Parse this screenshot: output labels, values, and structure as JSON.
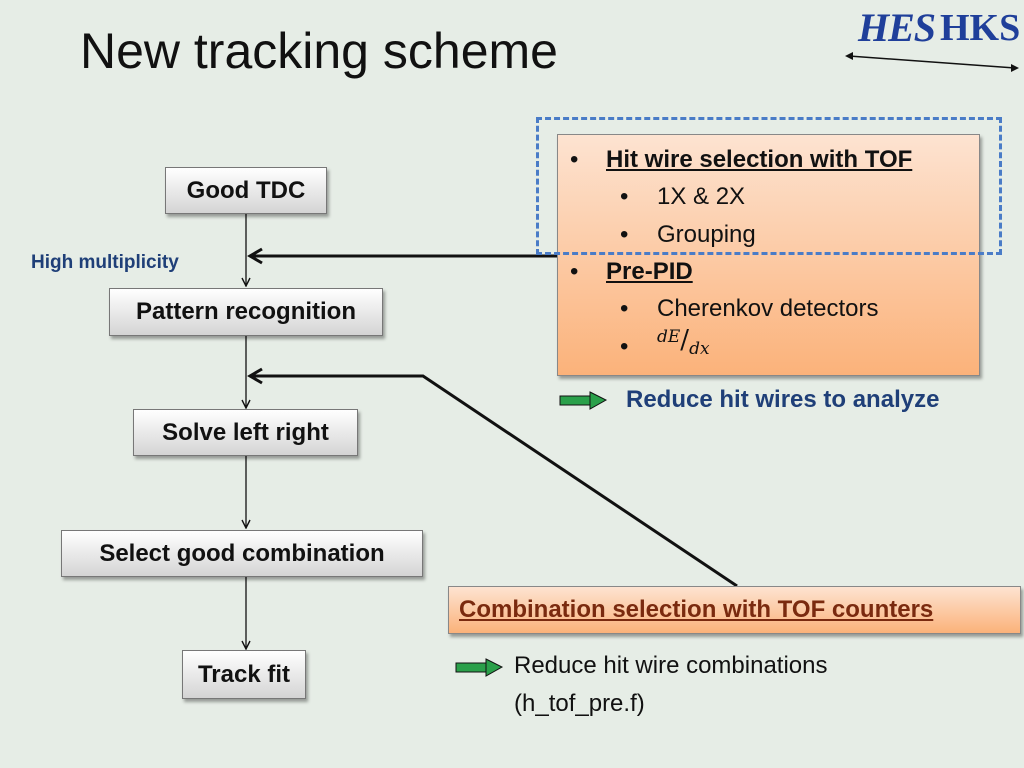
{
  "slide": {
    "title": "New tracking scheme",
    "logo": {
      "left": "HES",
      "right": "HKS"
    }
  },
  "flow": {
    "nodes": [
      {
        "id": "good-tdc",
        "label": "Good TDC"
      },
      {
        "id": "pattern",
        "label": "Pattern recognition"
      },
      {
        "id": "solve",
        "label": "Solve left right"
      },
      {
        "id": "select",
        "label": "Select good combination"
      },
      {
        "id": "fit",
        "label": "Track fit"
      }
    ],
    "side_label": "High multiplicity"
  },
  "preselect_box": {
    "hit_wire": "Hit wire selection with TOF",
    "sub1": "1X & 2X",
    "sub2": "Grouping",
    "pre_pid": "Pre-PID",
    "sub3": "Cherenkov detectors",
    "dedx_num": "dE",
    "dedx_den": "dx",
    "bullet": "•"
  },
  "notes": {
    "reduce_wires": "Reduce hit wires to analyze",
    "combination_box": "Combination selection with TOF counters",
    "reduce_comb_line1": "Reduce hit wire combinations",
    "reduce_comb_line2": "(h_tof_pre.f)"
  },
  "colors": {
    "dashed_border": "#4a7cc7",
    "green_arrow": "#2aa04a",
    "note_blue": "#1f3f78"
  }
}
